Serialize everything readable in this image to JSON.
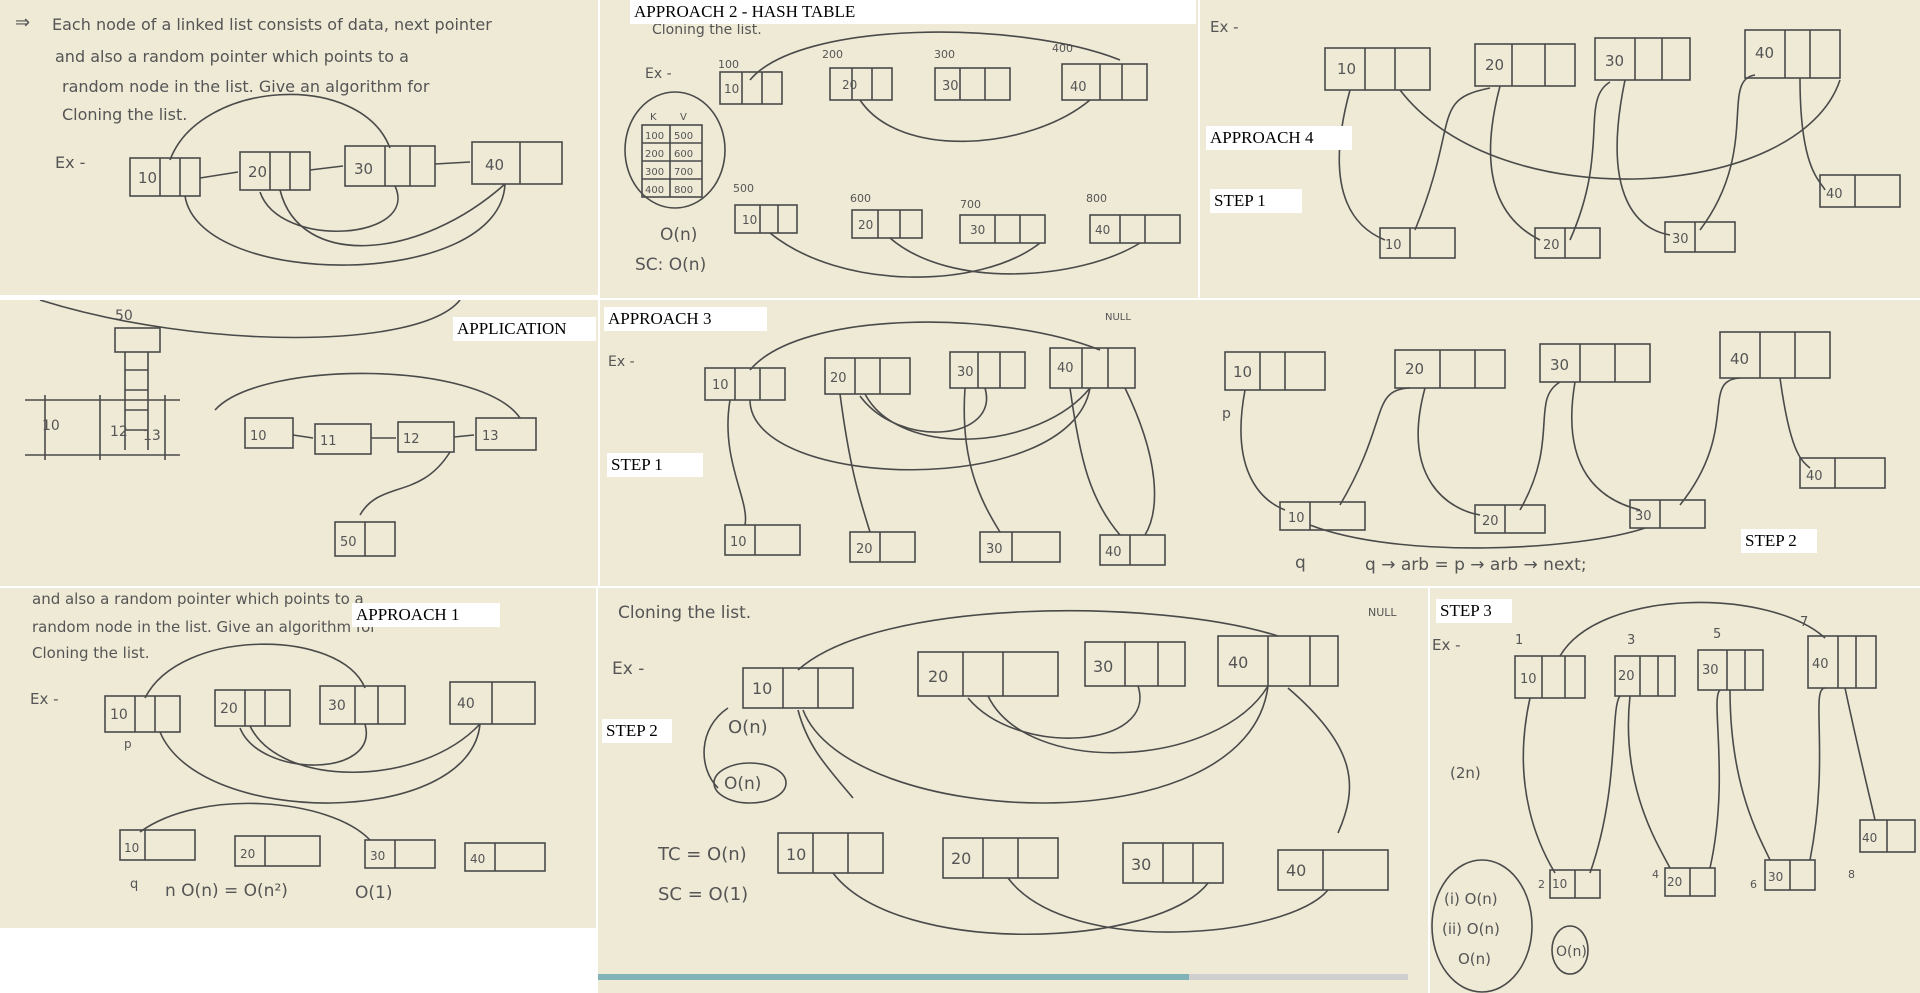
{
  "labels": {
    "approach2": "APPROACH 2 - HASH TABLE",
    "approach4": "APPROACH 4",
    "approach4_step1": "STEP 1",
    "application": "APPLICATION",
    "approach3": "APPROACH 3",
    "approach3_step1": "STEP 1",
    "approach4_step2": "STEP 2",
    "approach1": "APPROACH 1",
    "approach3_step2": "STEP 2",
    "approach4_step3": "STEP 3"
  },
  "board": {
    "problem_lines": [
      "Each node of a linked list consists of data, next pointer",
      "and also a random pointer which points to a",
      "random node in the list. Give an algorithm for",
      "Cloning the list."
    ],
    "ex": "Ex -",
    "nodes": [
      "10",
      "20",
      "30",
      "40"
    ],
    "null": "NULL",
    "addresses": [
      "100",
      "200",
      "300",
      "400"
    ],
    "clone_addresses": [
      "500",
      "600",
      "700",
      "800"
    ],
    "hash_header": [
      "K",
      "V"
    ],
    "hash_rows": [
      [
        "100",
        "500"
      ],
      [
        "200",
        "600"
      ],
      [
        "300",
        "700"
      ],
      [
        "400",
        "800"
      ]
    ],
    "tc_on": "O(n)",
    "sc_on": "SC: O(n)",
    "approach1_formula": "n O(n) = O(n²)",
    "approach1_space": "O(1)",
    "step2_formula": "q → arb = p → arb → next;",
    "p": "p",
    "q": "q",
    "cloning": "Cloning the list.",
    "tc": "TC = O(n)",
    "sc": "SC = O(1)",
    "o_n": "O(n)",
    "two_n": "(2n)",
    "steps_complexity": [
      "(i) O(n)",
      "(ii) O(n)",
      "O(n)"
    ],
    "odd_labels": [
      "1",
      "3",
      "5",
      "7"
    ],
    "even_labels": [
      "2",
      "4",
      "6",
      "8"
    ],
    "application_nodes": [
      "10",
      "11",
      "12",
      "13",
      "50"
    ]
  },
  "video": {
    "progress": 0.73
  }
}
